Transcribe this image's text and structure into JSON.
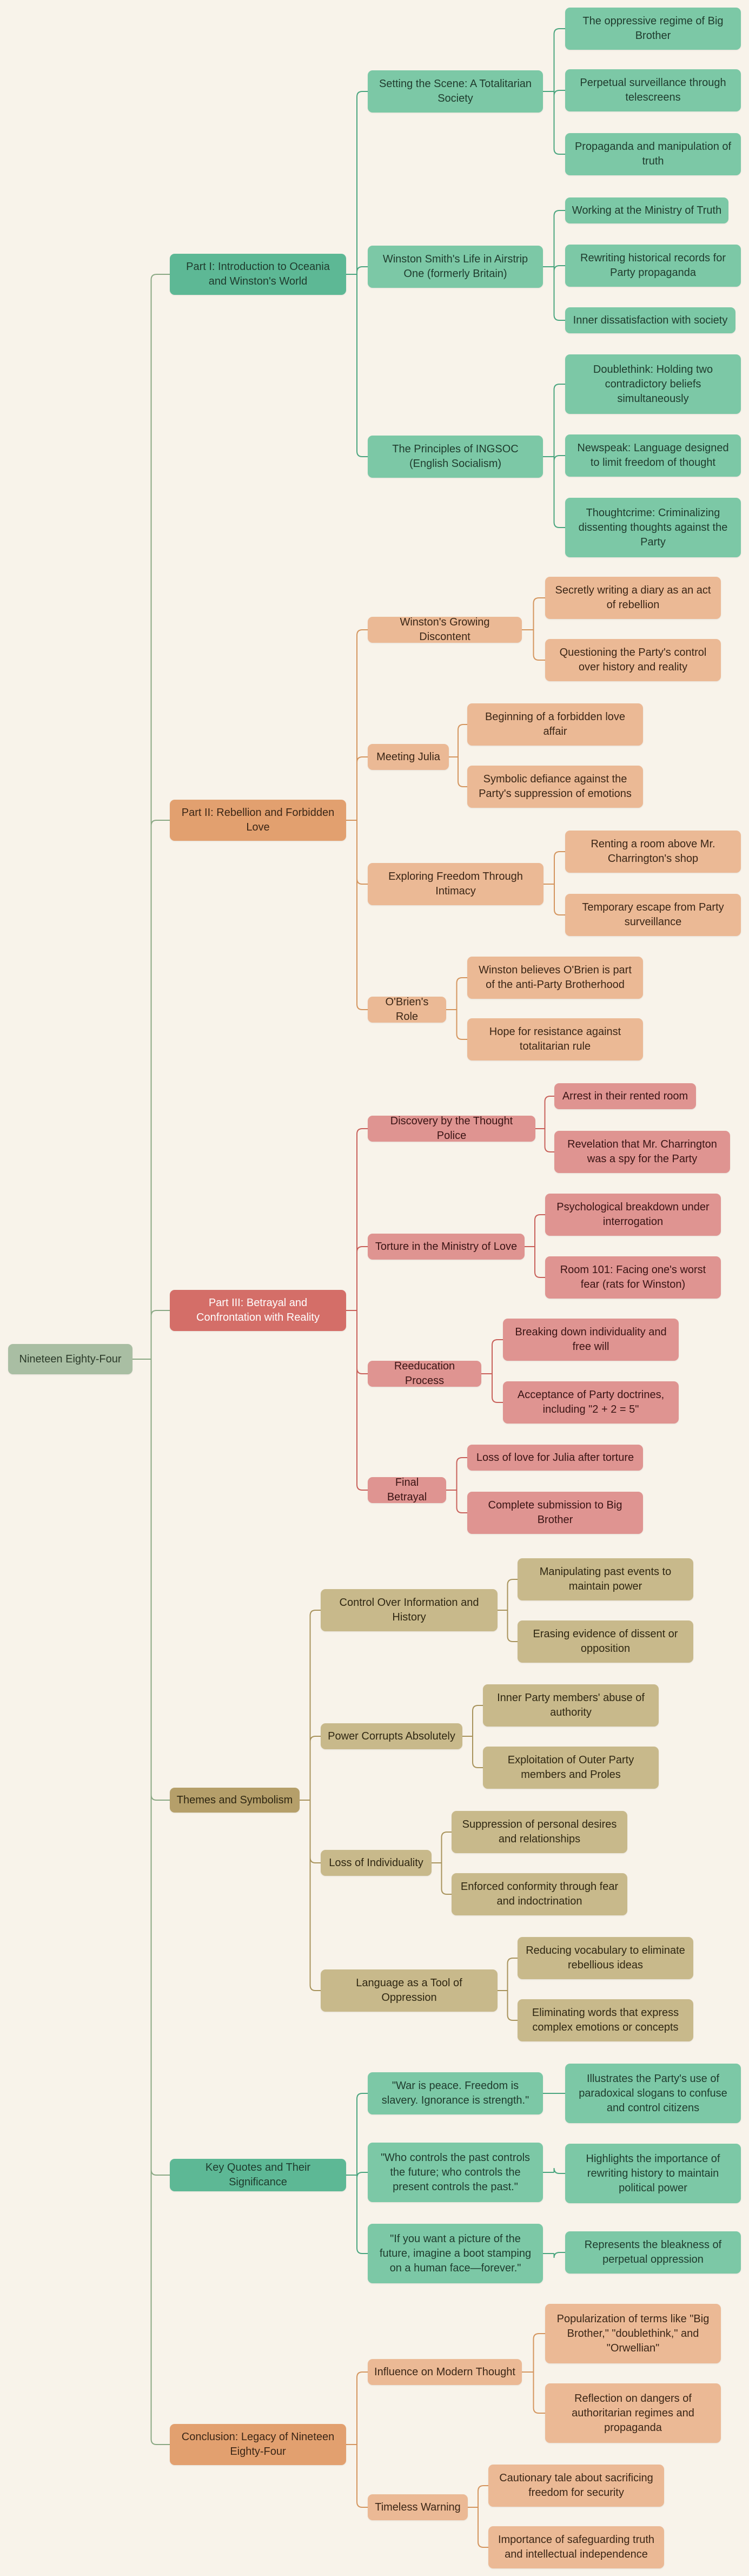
{
  "title": "Nineteen Eighty-Four",
  "colors": {
    "background": "#f8f3ea",
    "root": "#a9bea3",
    "green_l1": "#5db895",
    "green_l2": "#7cc8a6",
    "orange_l1": "#e2a06f",
    "orange_l2": "#ebb995",
    "red_l1": "#d46e68",
    "red_l2": "#df9491",
    "khaki_l1": "#b59f6a",
    "khaki_l2": "#c8b98b"
  },
  "branches": [
    {
      "label": "Part I: Introduction to Oceania and Winston's World",
      "palette": "green",
      "children": [
        {
          "label": "Setting the Scene: A Totalitarian Society",
          "children": [
            "The oppressive regime of Big Brother",
            "Perpetual surveillance through telescreens",
            "Propaganda and manipulation of truth"
          ]
        },
        {
          "label": "Winston Smith's Life in Airstrip One (formerly Britain)",
          "children": [
            "Working at the Ministry of Truth",
            "Rewriting historical records for Party propaganda",
            "Inner dissatisfaction with society"
          ]
        },
        {
          "label": "The Principles of INGSOC (English Socialism)",
          "children": [
            "Doublethink: Holding two contradictory beliefs simultaneously",
            "Newspeak: Language designed to limit freedom of thought",
            "Thoughtcrime: Criminalizing dissenting thoughts against the Party"
          ]
        }
      ]
    },
    {
      "label": "Part II: Rebellion and Forbidden Love",
      "palette": "orange",
      "children": [
        {
          "label": "Winston's Growing Discontent",
          "children": [
            "Secretly writing a diary as an act of rebellion",
            "Questioning the Party's control over history and reality"
          ]
        },
        {
          "label": "Meeting Julia",
          "children": [
            "Beginning of a forbidden love affair",
            "Symbolic defiance against the Party's suppression of emotions"
          ]
        },
        {
          "label": "Exploring Freedom Through Intimacy",
          "children": [
            "Renting a room above Mr. Charrington's shop",
            "Temporary escape from Party surveillance"
          ]
        },
        {
          "label": "O'Brien's Role",
          "children": [
            "Winston believes O'Brien is part of the anti-Party Brotherhood",
            "Hope for resistance against totalitarian rule"
          ]
        }
      ]
    },
    {
      "label": "Part III: Betrayal and Confrontation with Reality",
      "palette": "red",
      "children": [
        {
          "label": "Discovery by the Thought Police",
          "children": [
            "Arrest in their rented room",
            "Revelation that Mr. Charrington was a spy for the Party"
          ]
        },
        {
          "label": "Torture in the Ministry of Love",
          "children": [
            "Psychological breakdown under interrogation",
            "Room 101: Facing one's worst fear (rats for Winston)"
          ]
        },
        {
          "label": "Reeducation Process",
          "children": [
            "Breaking down individuality and free will",
            "Acceptance of Party doctrines, including \"2 + 2 = 5\""
          ]
        },
        {
          "label": "Final Betrayal",
          "children": [
            "Loss of love for Julia after torture",
            "Complete submission to Big Brother"
          ]
        }
      ]
    },
    {
      "label": "Themes and Symbolism",
      "palette": "khaki",
      "children": [
        {
          "label": "Control Over Information and History",
          "children": [
            "Manipulating past events to maintain power",
            "Erasing evidence of dissent or opposition"
          ]
        },
        {
          "label": "Power Corrupts Absolutely",
          "children": [
            "Inner Party members' abuse of authority",
            "Exploitation of Outer Party members and Proles"
          ]
        },
        {
          "label": "Loss of Individuality",
          "children": [
            "Suppression of personal desires and relationships",
            "Enforced conformity through fear and indoctrination"
          ]
        },
        {
          "label": "Language as a Tool of Oppression",
          "children": [
            "Reducing vocabulary to eliminate rebellious ideas",
            "Eliminating words that express complex emotions or concepts"
          ]
        }
      ]
    },
    {
      "label": "Key Quotes and Their Significance",
      "palette": "green",
      "children": [
        {
          "label": "\"War is peace. Freedom is slavery. Ignorance is strength.\"",
          "children": [
            "Illustrates the Party's use of paradoxical slogans to confuse and control citizens"
          ]
        },
        {
          "label": "\"Who controls the past controls the future; who controls the present controls the past.\"",
          "children": [
            "Highlights the importance of rewriting history to maintain political power"
          ]
        },
        {
          "label": "\"If you want a picture of the future, imagine a boot stamping on a human face—forever.\"",
          "children": [
            "Represents the bleakness of perpetual oppression"
          ]
        }
      ]
    },
    {
      "label": "Conclusion: Legacy of Nineteen Eighty-Four",
      "palette": "orange",
      "children": [
        {
          "label": "Influence on Modern Thought",
          "children": [
            "Popularization of terms like \"Big Brother,\" \"doublethink,\" and \"Orwellian\"",
            "Reflection on dangers of authoritarian regimes and propaganda"
          ]
        },
        {
          "label": "Timeless Warning",
          "children": [
            "Cautionary tale about sacrificing freedom for security",
            "Importance of safeguarding truth and intellectual independence"
          ]
        }
      ]
    }
  ]
}
